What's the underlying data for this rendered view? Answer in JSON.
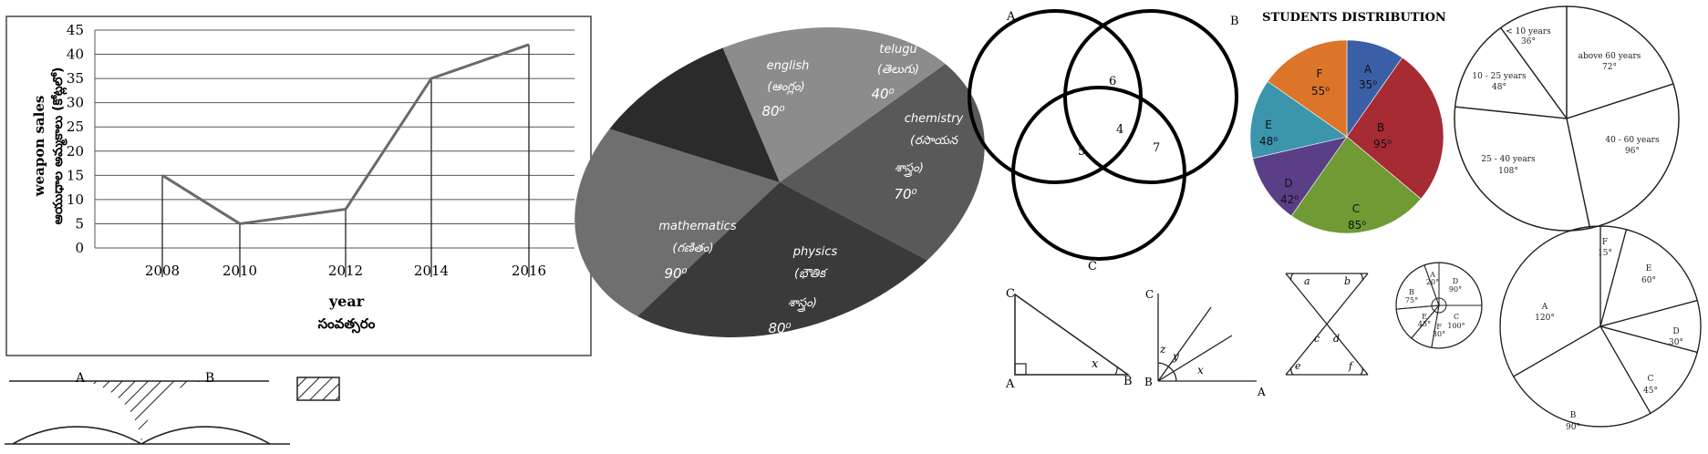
{
  "chart_data": [
    {
      "type": "line",
      "ylabel": "weapon sales",
      "ylabel_te": "ఆయుధాల అమ్మకాలు (కోట్లలో)",
      "xlabel": "year",
      "xlabel_te": "సంవత్సరం",
      "x": [
        "2008",
        "2010",
        "2012",
        "2014",
        "2016"
      ],
      "values": [
        15,
        5,
        8,
        35,
        42
      ],
      "yticks": [
        "0",
        "5",
        "10",
        "15",
        "20",
        "25",
        "30",
        "35",
        "40",
        "45"
      ],
      "ylim": [
        0,
        45
      ],
      "grid": true
    },
    {
      "type": "pie",
      "slices": [
        {
          "label": "english",
          "label_te": "(ఆంగ్లం)",
          "value_label": "80⁰",
          "value": 80,
          "color": "#6f6f6f"
        },
        {
          "label": "telugu",
          "label_te": "(తెలుగు)",
          "value_label": "40⁰",
          "value": 40,
          "color": "#2b2b2b"
        },
        {
          "label": "chemistry",
          "label_te": "(రసాయన",
          "label_te2": "శాస్త్రం)",
          "value_label": "70⁰",
          "value": 70,
          "color": "#8c8c8c"
        },
        {
          "label": "physics",
          "label_te": "(భౌతిక",
          "label_te2": "శాస్త్రం)",
          "value_label": "80⁰",
          "value": 80,
          "color": "#595959"
        },
        {
          "label": "mathematics",
          "label_te": "(గణితం)",
          "value_label": "90⁰",
          "value": 90,
          "color": "#3a3a3a"
        }
      ]
    },
    {
      "type": "pie",
      "title": "STUDENTS DISTRIBUTION",
      "slices": [
        {
          "label": "A",
          "value_label": "35⁰",
          "value": 35,
          "color": "#3b5fa7"
        },
        {
          "label": "B",
          "value_label": "95⁰",
          "value": 95,
          "color": "#a62b33"
        },
        {
          "label": "C",
          "value_label": "85⁰",
          "value": 85,
          "color": "#6f9a34"
        },
        {
          "label": "D",
          "value_label": "42⁰",
          "value": 42,
          "color": "#5b3f86"
        },
        {
          "label": "E",
          "value_label": "48⁰",
          "value": 48,
          "color": "#3a95ad"
        },
        {
          "label": "F",
          "value_label": "55⁰",
          "value": 55,
          "color": "#dc7429"
        }
      ]
    },
    {
      "type": "pie",
      "slices": [
        {
          "label": "< 10 years",
          "value_label": "36°",
          "value": 36
        },
        {
          "label": "above 60 years",
          "value_label": "72°",
          "value": 72
        },
        {
          "label": "40 - 60 years",
          "value_label": "96°",
          "value": 96
        },
        {
          "label": "25 - 40 years",
          "value_label": "108°",
          "value": 108
        },
        {
          "label": "10 - 25 years",
          "value_label": "48°",
          "value": 48
        }
      ]
    },
    {
      "type": "pie",
      "slices": [
        {
          "label": "F",
          "value_label": "15°",
          "value": 15
        },
        {
          "label": "E",
          "value_label": "60°",
          "value": 60
        },
        {
          "label": "D",
          "value_label": "30°",
          "value": 30
        },
        {
          "label": "C",
          "value_label": "45°",
          "value": 45
        },
        {
          "label": "B",
          "value_label": "90°",
          "value": 90
        },
        {
          "label": "A",
          "value_label": "120°",
          "value": 120
        }
      ]
    },
    {
      "type": "pie",
      "slices": [
        {
          "label": "A",
          "value_label": "20°",
          "value": 20
        },
        {
          "label": "D",
          "value_label": "90°",
          "value": 90
        },
        {
          "label": "C",
          "value_label": "100°",
          "value": 100
        },
        {
          "label": "F",
          "value_label": "30°",
          "value": 30
        },
        {
          "label": "E",
          "value_label": "45°",
          "value": 45
        },
        {
          "label": "B",
          "value_label": "75°",
          "value": 75
        }
      ]
    }
  ],
  "venn": {
    "A": "A",
    "B": "B",
    "C": "C",
    "r1": "6",
    "r2": "4",
    "r3": "5",
    "r4": "7"
  },
  "semicircles": {
    "A": "A",
    "B": "B"
  },
  "triangle1": {
    "C": "C",
    "A": "A",
    "B": "B",
    "x": "x"
  },
  "angles": {
    "C": "C",
    "B": "B",
    "A": "A",
    "z": "z",
    "y": "y",
    "x": "x"
  },
  "hourglass": {
    "a": "a",
    "b": "b",
    "c": "c",
    "d": "d",
    "e": "e",
    "f": "f"
  }
}
